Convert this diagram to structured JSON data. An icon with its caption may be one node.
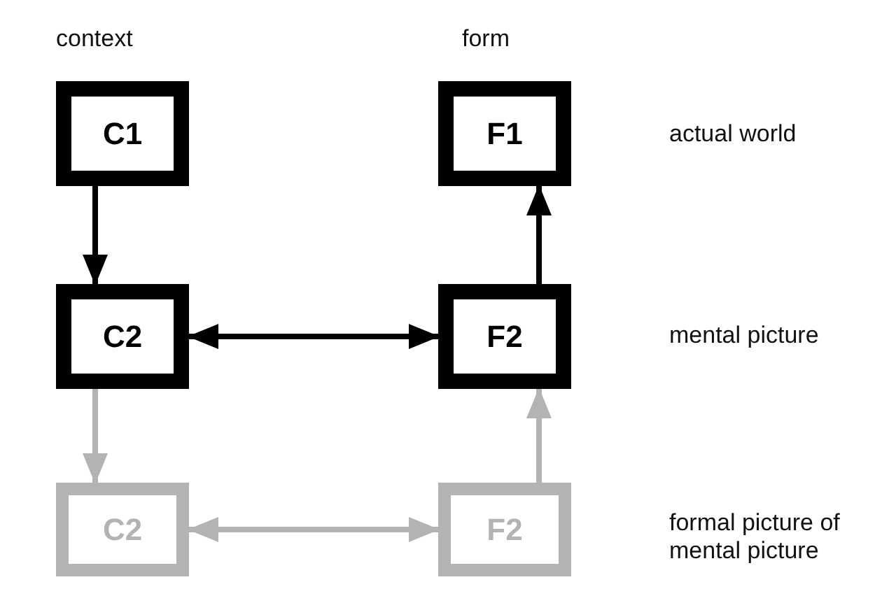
{
  "diagram": {
    "nodes": [
      {
        "text": [
          "C1"
        ]
      },
      {
        "text": [
          "F1"
        ]
      },
      {
        "text": [
          "C2"
        ]
      },
      {
        "text": [
          "F2"
        ]
      },
      {
        "text": [
          "C2"
        ]
      },
      {
        "text": [
          "F2"
        ]
      }
    ],
    "edges": [
      {
        "from": 0,
        "to": 2,
        "arrow": "to"
      },
      {
        "from": 3,
        "to": 1,
        "arrow": "to"
      },
      {
        "from": 2,
        "to": 3,
        "arrow": "both"
      },
      {
        "from": 2,
        "to": 4,
        "arrow": "to",
        "color": "#b3b3b3"
      },
      {
        "from": 5,
        "to": 3,
        "arrow": "to",
        "color": "#b3b3b3"
      },
      {
        "from": 4,
        "to": 5,
        "arrow": "both",
        "color": "#b3b3b3"
      }
    ],
    "labels": [
      "context",
      "form",
      "actual world",
      "mental picture",
      "formal picture of mental picture"
    ]
  }
}
